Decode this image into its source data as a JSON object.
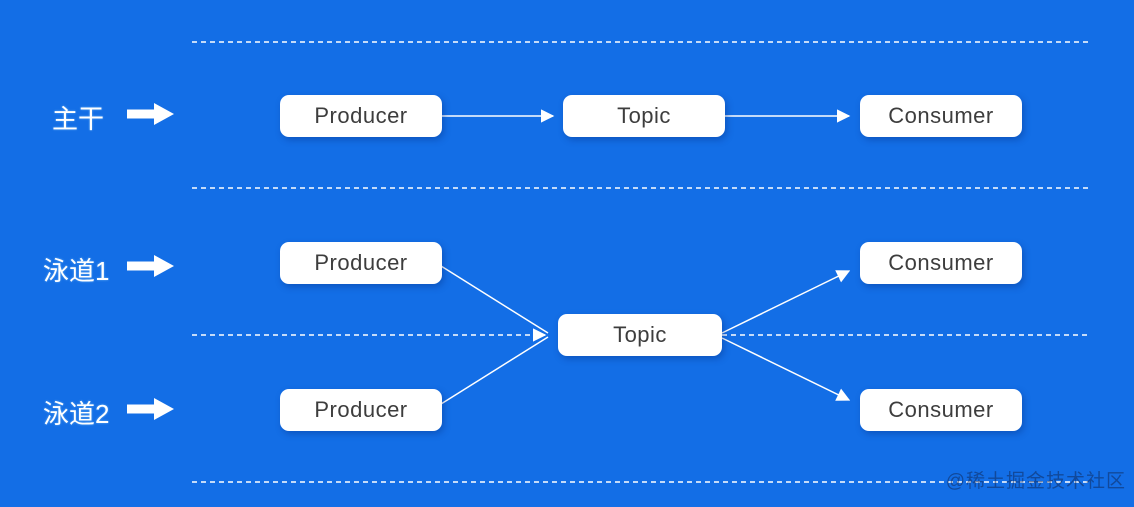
{
  "colors": {
    "background": "#136ee6",
    "line": "#ffffff",
    "node_background": "#ffffff",
    "node_text": "#3d3d3d",
    "lane_label_text": "#ffffff",
    "watermark_text": "rgba(15,35,80,0.5)"
  },
  "lanes": {
    "main": {
      "label": "主干"
    },
    "lane1": {
      "label": "泳道1"
    },
    "lane2": {
      "label": "泳道2"
    }
  },
  "nodes": {
    "main_producer": "Producer",
    "main_topic": "Topic",
    "main_consumer": "Consumer",
    "lane1_producer": "Producer",
    "lane1_consumer": "Consumer",
    "shared_topic": "Topic",
    "lane2_producer": "Producer",
    "lane2_consumer": "Consumer"
  },
  "watermark": {
    "text": "@稀土掘金技术社区"
  }
}
